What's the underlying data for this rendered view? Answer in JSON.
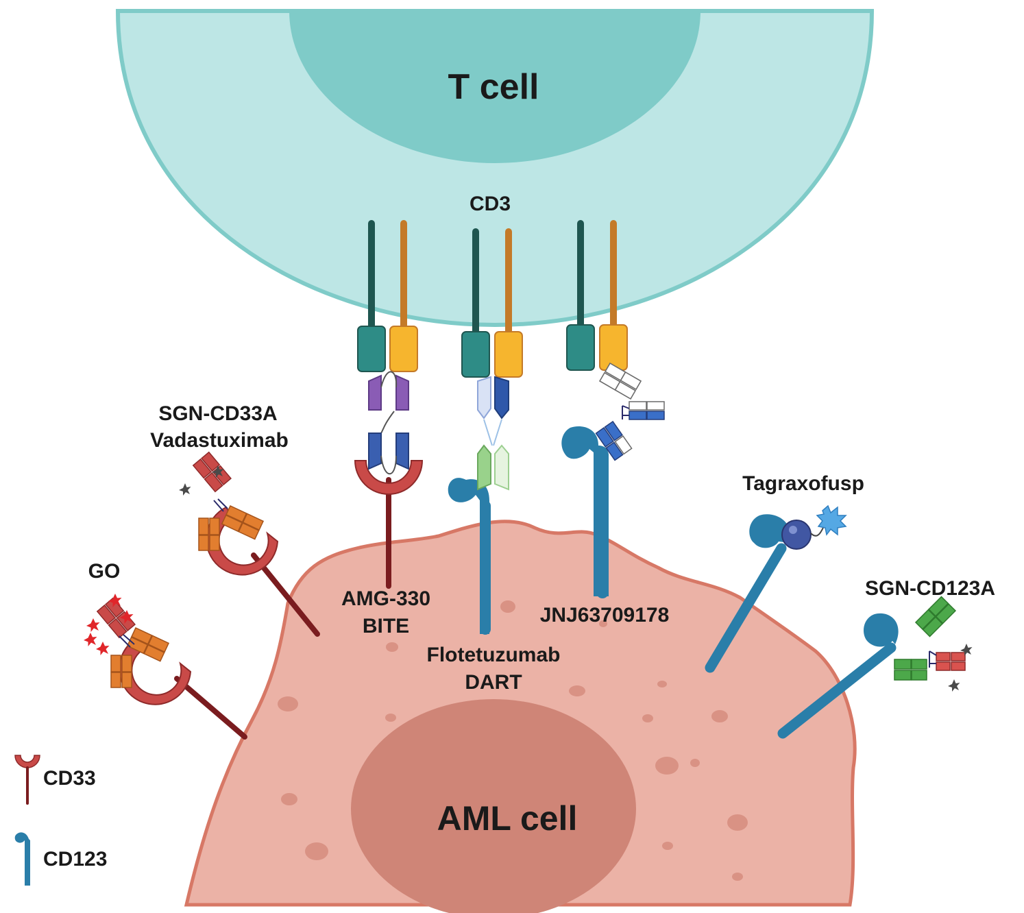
{
  "cells": {
    "t_cell": "T cell",
    "aml_cell": "AML cell"
  },
  "receptor": {
    "cd3": "CD3"
  },
  "drugs": {
    "sgn_cd33a_line1": "SGN-CD33A",
    "sgn_cd33a_line2": "Vadastuximab",
    "go": "GO",
    "amg330_line1": "AMG-330",
    "amg330_line2": "BITE",
    "flotetuzumab_line1": "Flotetuzumab",
    "flotetuzumab_line2": "DART",
    "jnj": "JNJ63709178",
    "tagraxofusp": "Tagraxofusp",
    "sgn_cd123a": "SGN-CD123A"
  },
  "legend": {
    "cd33": "CD33",
    "cd123": "CD123"
  },
  "colors": {
    "t_cell_body": "#bde6e5",
    "t_cell_nucleus": "#7fcbc8",
    "aml_cell_body": "#ebb2a6",
    "aml_cell_nucleus": "#cf8577",
    "cd33": "#c94a48",
    "cd123": "#2a7ea9",
    "cd3_chain_dark": "#1f5650",
    "cd3_chain_orange": "#c47a28"
  }
}
